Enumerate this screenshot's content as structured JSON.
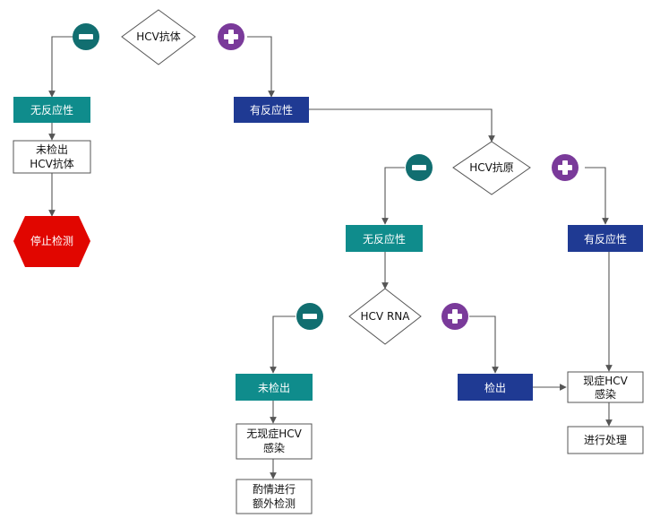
{
  "colors": {
    "teal": "#0f8c8c",
    "navy": "#1f3a93",
    "minus_circle": "#116e70",
    "plus_circle": "#7a3a9a",
    "stop": "#e10600"
  },
  "diamonds": {
    "hcv_antibody": "HCV抗体",
    "hcv_antigen": "HCV抗原",
    "hcv_rna": "HCV RNA"
  },
  "nodes": {
    "nonreactive_1": "无反应性",
    "reactive_1": "有反应性",
    "not_detected_antibody": [
      "未检出",
      "HCV抗体"
    ],
    "stop_testing": "停止检测",
    "nonreactive_2": "无反应性",
    "reactive_2": "有反应性",
    "not_detected": "未检出",
    "detected": "检出",
    "current_hcv_infection": [
      "现症HCV",
      "感染"
    ],
    "no_current_hcv_infection": [
      "无现症HCV",
      "感染"
    ],
    "further_testing": [
      "酌情进行",
      "额外检测"
    ],
    "proceed_treatment": "进行处理"
  },
  "icons": {
    "minus": "minus-icon",
    "plus": "plus-icon"
  }
}
